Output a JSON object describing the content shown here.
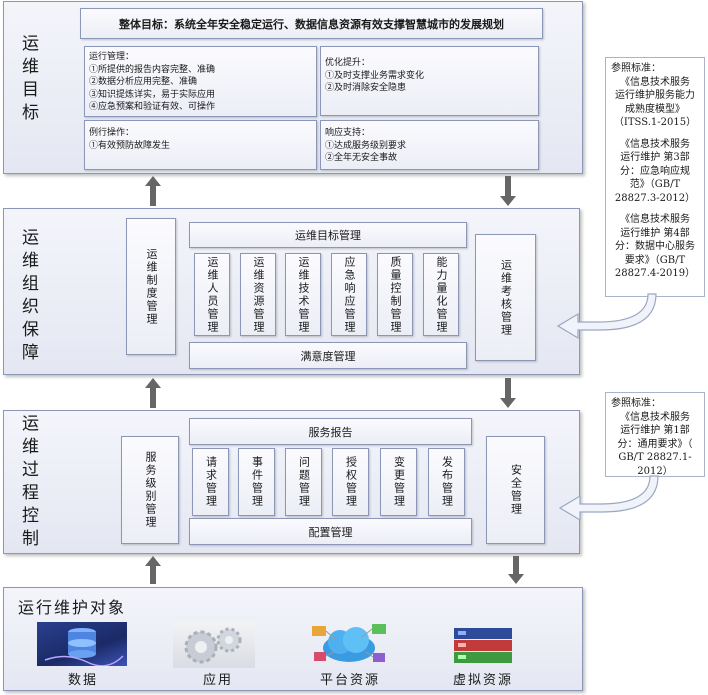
{
  "goal_section": {
    "side_label": "运维目标",
    "banner": "整体目标：系统全年安全稳定运行、数据信息资源有效支撑智慧城市的发展规划",
    "ops_mgmt": {
      "title": "运行管理：",
      "items": [
        "①所提供的报告内容完整、准确",
        "②数据分析应用完整、准确",
        "③知识提炼详实，易于实际应用",
        "④应急预案和验证有效、可操作"
      ]
    },
    "optimize": {
      "title": "优化提升：",
      "items": [
        "①及时支撑业务需求变化",
        "②及时消除安全隐患"
      ]
    },
    "routine": {
      "title": "例行操作：",
      "items": [
        "①有效预防故障发生"
      ]
    },
    "response": {
      "title": "响应支持：",
      "items": [
        "①达成服务级别要求",
        "②全年无安全事故"
      ]
    }
  },
  "org_section": {
    "side_label": "运维组织保障",
    "left_box": "运维制度管理",
    "top_bar": "运维目标管理",
    "columns": [
      "运维人员管理",
      "运维资源管理",
      "运维技术管理",
      "应急响应管理",
      "质量控制管理",
      "能力量化管理"
    ],
    "bottom_bar": "满意度管理",
    "right_box": "运维考核管理"
  },
  "process_section": {
    "side_label": "运维过程控制",
    "left_box": "服务级别管理",
    "top_bar": "服务报告",
    "columns": [
      "请求管理",
      "事件管理",
      "问题管理",
      "授权管理",
      "变更管理",
      "发布管理"
    ],
    "bottom_bar": "配置管理",
    "right_box": "安全管理"
  },
  "objects_section": {
    "title": "运行维护对象",
    "items": [
      "数据",
      "应用",
      "平台资源",
      "虚拟资源"
    ]
  },
  "reference_1": {
    "title": "参照标准：",
    "lines": [
      "《信息技术服务",
      "运行维护服务能力",
      "成熟度模型》",
      "（ITSS.1-2015）",
      "",
      "《信息技术服务",
      "运行维护 第3部",
      "分：应急响应规",
      "范》（GB/T",
      "28827.3-2012）",
      "",
      "《信息技术服务",
      "运行维护 第4部",
      "分：数据中心服务",
      "要求》（GB/T",
      "28827.4-2019）"
    ]
  },
  "reference_2": {
    "title": "参照标准：",
    "lines": [
      "《信息技术服务",
      "运行维护 第1部",
      "分：通用要求》（",
      "GB/T 28827.1-",
      "2012）"
    ]
  }
}
